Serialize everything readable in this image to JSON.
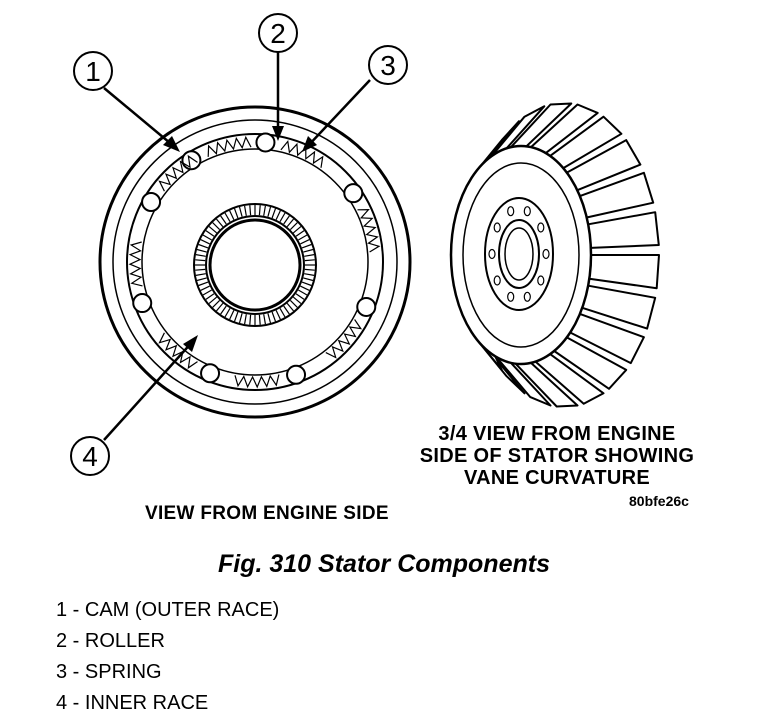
{
  "callouts": [
    "1",
    "2",
    "3",
    "4"
  ],
  "caption_three_quarter": [
    "3/4 VIEW FROM ENGINE",
    "SIDE OF STATOR SHOWING",
    "VANE CURVATURE"
  ],
  "caption_engine_side": "VIEW FROM ENGINE SIDE",
  "figure_id": "80bfe26c",
  "figure_title": "Fig. 310 Stator Components",
  "legend": [
    "1 - CAM (OUTER RACE)",
    "2 - ROLLER",
    "3 - SPRING",
    "4 - INNER RACE"
  ]
}
